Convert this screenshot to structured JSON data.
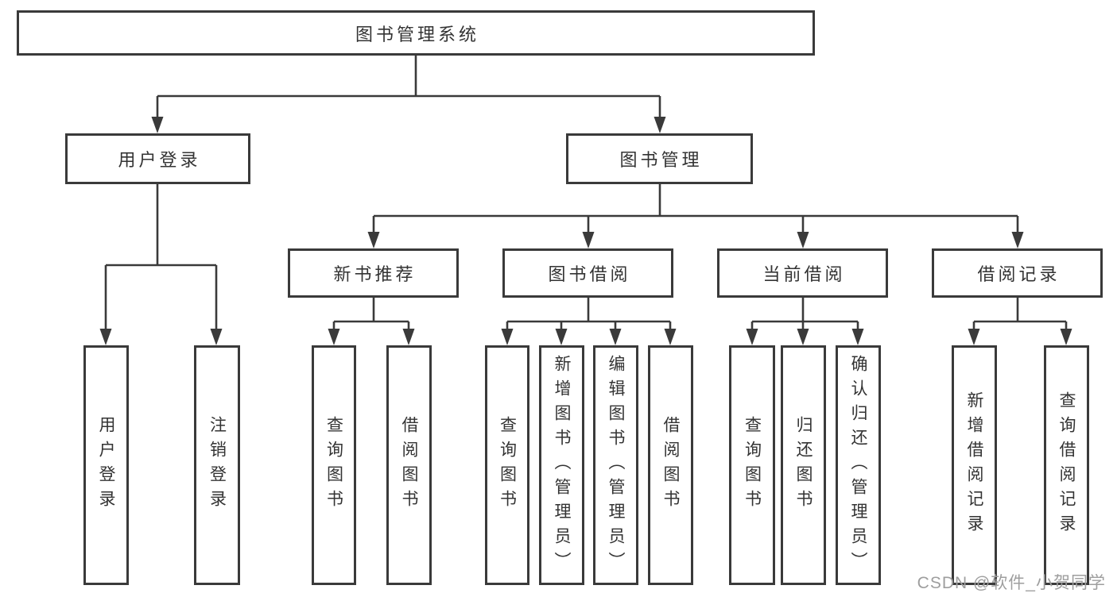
{
  "tree": {
    "root": {
      "label": "图书管理系统",
      "children": [
        {
          "label": "用户登录",
          "children": [
            {
              "label": "用户登录"
            },
            {
              "label": "注销登录"
            }
          ]
        },
        {
          "label": "图书管理",
          "children": [
            {
              "label": "新书推荐",
              "children": [
                {
                  "label": "查询图书"
                },
                {
                  "label": "借阅图书"
                }
              ]
            },
            {
              "label": "图书借阅",
              "children": [
                {
                  "label": "查询图书"
                },
                {
                  "label": "新增图书（管理员）"
                },
                {
                  "label": "编辑图书（管理员）"
                },
                {
                  "label": "借阅图书"
                }
              ]
            },
            {
              "label": "当前借阅",
              "children": [
                {
                  "label": "查询图书"
                },
                {
                  "label": "归还图书"
                },
                {
                  "label": "确认归还（管理员）"
                }
              ]
            },
            {
              "label": "借阅记录",
              "children": [
                {
                  "label": "新增借阅记录"
                },
                {
                  "label": "查询借阅记录"
                }
              ]
            }
          ]
        }
      ]
    }
  },
  "watermark": {
    "text": "CSDN @软件_小贺同学"
  },
  "colors": {
    "line": "#3a3a3a",
    "text": "#333333",
    "watermark": "#9e9e9e",
    "background": "#ffffff"
  }
}
